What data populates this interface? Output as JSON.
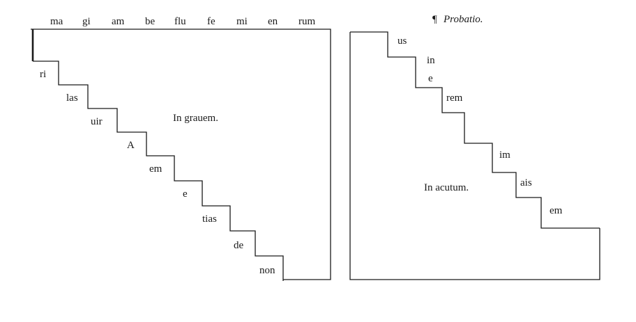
{
  "left_diagram": {
    "top_row": [
      "ma",
      "gi",
      "am",
      "be",
      "flu",
      "fe",
      "mi",
      "en",
      "rum"
    ],
    "steps": [
      "ri",
      "las",
      "uir",
      "A",
      "em",
      "e",
      "tias",
      "de",
      "non"
    ],
    "caption": "In grauem."
  },
  "right_diagram": {
    "title": "Probatio.",
    "title_mark": "¶",
    "steps": [
      "us",
      "in",
      "e",
      "rem",
      "im",
      "ais",
      "em"
    ],
    "caption": "In acutum."
  }
}
